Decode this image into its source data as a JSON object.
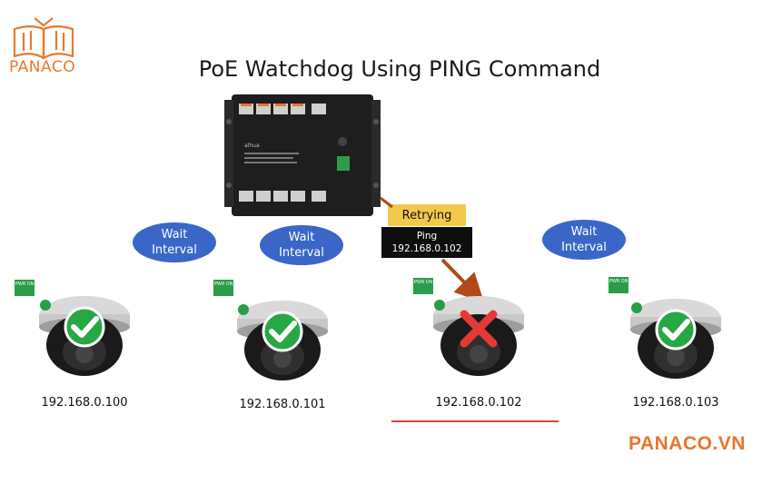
{
  "brand": {
    "logo_text": "PANACO",
    "watermark": "PANACO.VN"
  },
  "title": "PoE Watchdog Using PING Command",
  "bubbles": [
    {
      "label": "Wait\nInterval"
    },
    {
      "label": "Wait\nInterval"
    },
    {
      "label": "Wait\nInterval"
    }
  ],
  "status_box": {
    "label": "Retrying"
  },
  "ping_box": {
    "label": "Ping\n192.168.0.102"
  },
  "cameras": [
    {
      "ip": "192.168.0.100",
      "status": "ok",
      "pwr": "PWR ON"
    },
    {
      "ip": "192.168.0.101",
      "status": "ok",
      "pwr": "PWR ON"
    },
    {
      "ip": "192.168.0.102",
      "status": "fail",
      "pwr": "PWR ON"
    },
    {
      "ip": "192.168.0.103",
      "status": "ok",
      "pwr": "PWR ON"
    }
  ],
  "colors": {
    "accent": "#e8762c",
    "bubble": "#3a67c7",
    "ok": "#28a745",
    "fail": "#e53935",
    "retry": "#f2c94c",
    "pwr": "#2a9d4a"
  },
  "switch": {
    "brand": "alhua"
  }
}
